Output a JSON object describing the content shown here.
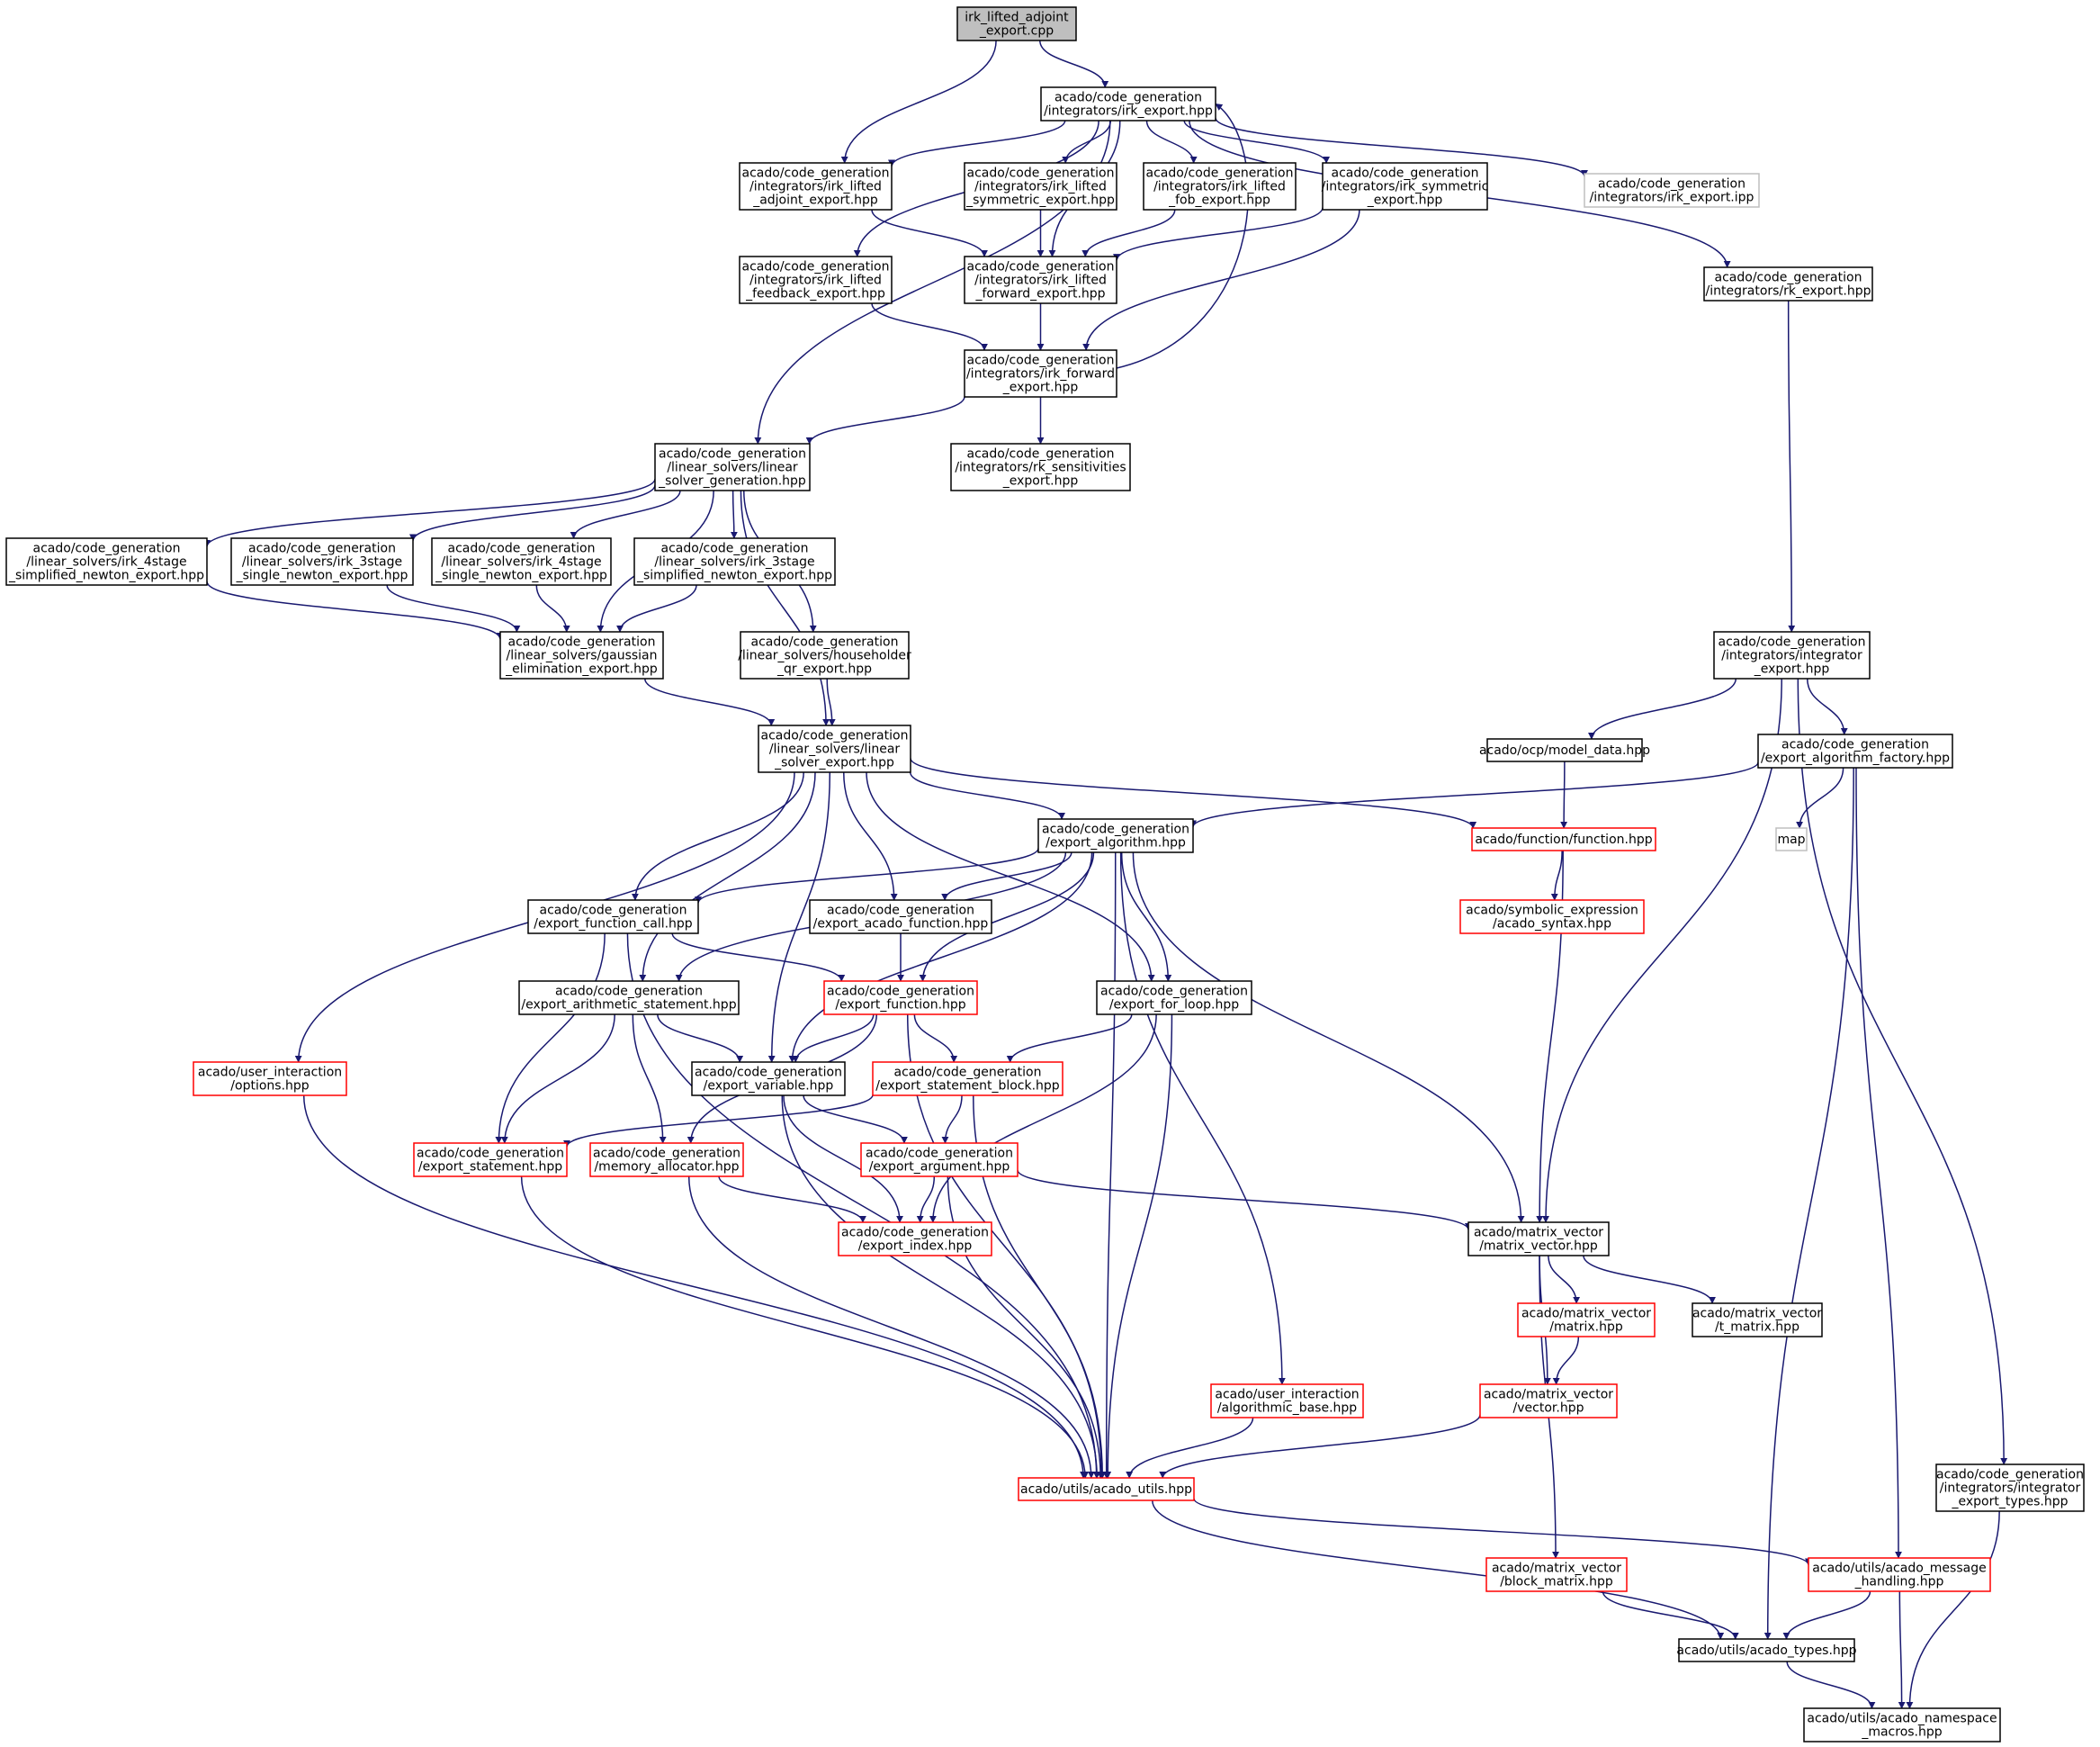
{
  "colors": {
    "edge": "#191970",
    "border_default": "#000000",
    "border_red": "#ff0000",
    "border_gray": "#bfbfbf",
    "root_fill": "#bfbfbf"
  },
  "nodes": [
    {
      "id": "root",
      "style": "root",
      "lines": [
        "irk_lifted_adjoint",
        "_export.cpp"
      ]
    },
    {
      "id": "irk_export",
      "style": "default",
      "lines": [
        "acado/code_generation",
        "/integrators/irk_export.hpp"
      ]
    },
    {
      "id": "irk_lifted_adjoint",
      "style": "default",
      "lines": [
        "acado/code_generation",
        "/integrators/irk_lifted",
        "_adjoint_export.hpp"
      ]
    },
    {
      "id": "irk_lifted_symmetric",
      "style": "default",
      "lines": [
        "acado/code_generation",
        "/integrators/irk_lifted",
        "_symmetric_export.hpp"
      ]
    },
    {
      "id": "irk_lifted_fob",
      "style": "default",
      "lines": [
        "acado/code_generation",
        "/integrators/irk_lifted",
        "_fob_export.hpp"
      ]
    },
    {
      "id": "irk_symmetric",
      "style": "default",
      "lines": [
        "acado/code_generation",
        "/integrators/irk_symmetric",
        "_export.hpp"
      ]
    },
    {
      "id": "irk_export_ipp",
      "style": "gray",
      "lines": [
        "acado/code_generation",
        "/integrators/irk_export.ipp"
      ]
    },
    {
      "id": "irk_lifted_feedback",
      "style": "default",
      "lines": [
        "acado/code_generation",
        "/integrators/irk_lifted",
        "_feedback_export.hpp"
      ]
    },
    {
      "id": "irk_lifted_forward",
      "style": "default",
      "lines": [
        "acado/code_generation",
        "/integrators/irk_lifted",
        "_forward_export.hpp"
      ]
    },
    {
      "id": "rk_export",
      "style": "default",
      "lines": [
        "acado/code_generation",
        "/integrators/rk_export.hpp"
      ]
    },
    {
      "id": "irk_forward",
      "style": "default",
      "lines": [
        "acado/code_generation",
        "/integrators/irk_forward",
        "_export.hpp"
      ]
    },
    {
      "id": "linear_solver_generation",
      "style": "default",
      "lines": [
        "acado/code_generation",
        "/linear_solvers/linear",
        "_solver_generation.hpp"
      ]
    },
    {
      "id": "rk_sensitivities",
      "style": "default",
      "lines": [
        "acado/code_generation",
        "/integrators/rk_sensitivities",
        "_export.hpp"
      ]
    },
    {
      "id": "irk_4stage_simplified",
      "style": "default",
      "lines": [
        "acado/code_generation",
        "/linear_solvers/irk_4stage",
        "_simplified_newton_export.hpp"
      ]
    },
    {
      "id": "irk_3stage_single",
      "style": "default",
      "lines": [
        "acado/code_generation",
        "/linear_solvers/irk_3stage",
        "_single_newton_export.hpp"
      ]
    },
    {
      "id": "irk_4stage_single",
      "style": "default",
      "lines": [
        "acado/code_generation",
        "/linear_solvers/irk_4stage",
        "_single_newton_export.hpp"
      ]
    },
    {
      "id": "irk_3stage_simplified",
      "style": "default",
      "lines": [
        "acado/code_generation",
        "/linear_solvers/irk_3stage",
        "_simplified_newton_export.hpp"
      ]
    },
    {
      "id": "gaussian_elimination",
      "style": "default",
      "lines": [
        "acado/code_generation",
        "/linear_solvers/gaussian",
        "_elimination_export.hpp"
      ]
    },
    {
      "id": "householder",
      "style": "default",
      "lines": [
        "acado/code_generation",
        "/linear_solvers/householder",
        "_qr_export.hpp"
      ]
    },
    {
      "id": "integrator_export",
      "style": "default",
      "lines": [
        "acado/code_generation",
        "/integrators/integrator",
        "_export.hpp"
      ]
    },
    {
      "id": "linear_solver_export",
      "style": "default",
      "lines": [
        "acado/code_generation",
        "/linear_solvers/linear",
        "_solver_export.hpp"
      ]
    },
    {
      "id": "model_data",
      "style": "default",
      "lines": [
        "acado/ocp/model_data.hpp"
      ]
    },
    {
      "id": "export_algorithm_factory",
      "style": "default",
      "lines": [
        "acado/code_generation",
        "/export_algorithm_factory.hpp"
      ]
    },
    {
      "id": "export_algorithm",
      "style": "default",
      "lines": [
        "acado/code_generation",
        "/export_algorithm.hpp"
      ]
    },
    {
      "id": "function",
      "style": "red",
      "lines": [
        "acado/function/function.hpp"
      ]
    },
    {
      "id": "map",
      "style": "gray",
      "lines": [
        "map"
      ]
    },
    {
      "id": "export_function_call",
      "style": "default",
      "lines": [
        "acado/code_generation",
        "/export_function_call.hpp"
      ]
    },
    {
      "id": "export_acado_function",
      "style": "default",
      "lines": [
        "acado/code_generation",
        "/export_acado_function.hpp"
      ]
    },
    {
      "id": "acado_syntax",
      "style": "red",
      "lines": [
        "acado/symbolic_expression",
        "/acado_syntax.hpp"
      ]
    },
    {
      "id": "export_arithmetic_statement",
      "style": "default",
      "lines": [
        "acado/code_generation",
        "/export_arithmetic_statement.hpp"
      ]
    },
    {
      "id": "export_function",
      "style": "red",
      "lines": [
        "acado/code_generation",
        "/export_function.hpp"
      ]
    },
    {
      "id": "export_for_loop",
      "style": "default",
      "lines": [
        "acado/code_generation",
        "/export_for_loop.hpp"
      ]
    },
    {
      "id": "options",
      "style": "red",
      "lines": [
        "acado/user_interaction",
        "/options.hpp"
      ]
    },
    {
      "id": "export_variable",
      "style": "default",
      "lines": [
        "acado/code_generation",
        "/export_variable.hpp"
      ]
    },
    {
      "id": "export_statement_block",
      "style": "red",
      "lines": [
        "acado/code_generation",
        "/export_statement_block.hpp"
      ]
    },
    {
      "id": "export_statement",
      "style": "red",
      "lines": [
        "acado/code_generation",
        "/export_statement.hpp"
      ]
    },
    {
      "id": "memory_allocator",
      "style": "red",
      "lines": [
        "acado/code_generation",
        "/memory_allocator.hpp"
      ]
    },
    {
      "id": "export_argument",
      "style": "red",
      "lines": [
        "acado/code_generation",
        "/export_argument.hpp"
      ]
    },
    {
      "id": "export_index",
      "style": "red",
      "lines": [
        "acado/code_generation",
        "/export_index.hpp"
      ]
    },
    {
      "id": "matrix_vector",
      "style": "default",
      "lines": [
        "acado/matrix_vector",
        "/matrix_vector.hpp"
      ]
    },
    {
      "id": "matrix",
      "style": "red",
      "lines": [
        "acado/matrix_vector",
        "/matrix.hpp"
      ]
    },
    {
      "id": "t_matrix",
      "style": "default",
      "lines": [
        "acado/matrix_vector",
        "/t_matrix.hpp"
      ]
    },
    {
      "id": "algorithmic_base",
      "style": "red",
      "lines": [
        "acado/user_interaction",
        "/algorithmic_base.hpp"
      ]
    },
    {
      "id": "vector",
      "style": "red",
      "lines": [
        "acado/matrix_vector",
        "/vector.hpp"
      ]
    },
    {
      "id": "acado_utils",
      "style": "red",
      "lines": [
        "acado/utils/acado_utils.hpp"
      ]
    },
    {
      "id": "integrator_export_types",
      "style": "default",
      "lines": [
        "acado/code_generation",
        "/integrators/integrator",
        "_export_types.hpp"
      ]
    },
    {
      "id": "block_matrix",
      "style": "red",
      "lines": [
        "acado/matrix_vector",
        "/block_matrix.hpp"
      ]
    },
    {
      "id": "acado_message_handling",
      "style": "red",
      "lines": [
        "acado/utils/acado_message",
        "_handling.hpp"
      ]
    },
    {
      "id": "acado_types",
      "style": "default",
      "lines": [
        "acado/utils/acado_types.hpp"
      ]
    },
    {
      "id": "acado_namespace_macros",
      "style": "default",
      "lines": [
        "acado/utils/acado_namespace",
        "_macros.hpp"
      ]
    }
  ],
  "edges": [
    [
      "root",
      "irk_lifted_adjoint"
    ],
    [
      "root",
      "irk_export"
    ],
    [
      "irk_export",
      "irk_lifted_adjoint"
    ],
    [
      "irk_export",
      "irk_lifted_symmetric"
    ],
    [
      "irk_export",
      "irk_lifted_fob"
    ],
    [
      "irk_export",
      "irk_symmetric"
    ],
    [
      "irk_export",
      "irk_export_ipp"
    ],
    [
      "irk_export",
      "irk_lifted_feedback"
    ],
    [
      "irk_export",
      "irk_lifted_forward"
    ],
    [
      "irk_export",
      "rk_export"
    ],
    [
      "irk_export",
      "linear_solver_generation"
    ],
    [
      "irk_lifted_adjoint",
      "irk_lifted_forward"
    ],
    [
      "irk_lifted_symmetric",
      "irk_lifted_forward"
    ],
    [
      "irk_lifted_fob",
      "irk_lifted_forward"
    ],
    [
      "irk_symmetric",
      "irk_lifted_forward"
    ],
    [
      "irk_symmetric",
      "irk_forward"
    ],
    [
      "irk_lifted_feedback",
      "irk_forward"
    ],
    [
      "irk_lifted_forward",
      "irk_forward"
    ],
    [
      "irk_forward",
      "irk_export"
    ],
    [
      "irk_forward",
      "linear_solver_generation"
    ],
    [
      "irk_forward",
      "rk_sensitivities"
    ],
    [
      "rk_export",
      "integrator_export"
    ],
    [
      "linear_solver_generation",
      "irk_4stage_simplified"
    ],
    [
      "linear_solver_generation",
      "irk_3stage_single"
    ],
    [
      "linear_solver_generation",
      "irk_4stage_single"
    ],
    [
      "linear_solver_generation",
      "irk_3stage_simplified"
    ],
    [
      "linear_solver_generation",
      "gaussian_elimination"
    ],
    [
      "linear_solver_generation",
      "householder"
    ],
    [
      "linear_solver_generation",
      "linear_solver_export"
    ],
    [
      "irk_4stage_simplified",
      "gaussian_elimination"
    ],
    [
      "irk_3stage_single",
      "gaussian_elimination"
    ],
    [
      "irk_4stage_single",
      "gaussian_elimination"
    ],
    [
      "irk_3stage_simplified",
      "gaussian_elimination"
    ],
    [
      "gaussian_elimination",
      "linear_solver_export"
    ],
    [
      "householder",
      "linear_solver_export"
    ],
    [
      "integrator_export",
      "model_data"
    ],
    [
      "integrator_export",
      "export_algorithm_factory"
    ],
    [
      "integrator_export",
      "matrix_vector"
    ],
    [
      "integrator_export",
      "integrator_export_types"
    ],
    [
      "model_data",
      "function"
    ],
    [
      "export_algorithm_factory",
      "export_algorithm"
    ],
    [
      "export_algorithm_factory",
      "map"
    ],
    [
      "export_algorithm_factory",
      "acado_types"
    ],
    [
      "export_algorithm_factory",
      "acado_message_handling"
    ],
    [
      "linear_solver_export",
      "export_algorithm"
    ],
    [
      "linear_solver_export",
      "function"
    ],
    [
      "linear_solver_export",
      "export_function_call"
    ],
    [
      "linear_solver_export",
      "export_acado_function"
    ],
    [
      "linear_solver_export",
      "export_arithmetic_statement"
    ],
    [
      "linear_solver_export",
      "export_for_loop"
    ],
    [
      "linear_solver_export",
      "options"
    ],
    [
      "linear_solver_export",
      "export_variable"
    ],
    [
      "export_algorithm",
      "export_function_call"
    ],
    [
      "export_algorithm",
      "export_acado_function"
    ],
    [
      "export_algorithm",
      "export_arithmetic_statement"
    ],
    [
      "export_algorithm",
      "export_function"
    ],
    [
      "export_algorithm",
      "export_for_loop"
    ],
    [
      "export_algorithm",
      "export_variable"
    ],
    [
      "export_algorithm",
      "algorithmic_base"
    ],
    [
      "export_algorithm",
      "acado_utils"
    ],
    [
      "export_algorithm",
      "matrix_vector"
    ],
    [
      "function",
      "acado_syntax"
    ],
    [
      "function",
      "matrix_vector"
    ],
    [
      "export_function_call",
      "export_function"
    ],
    [
      "export_function_call",
      "export_statement"
    ],
    [
      "export_function_call",
      "acado_utils"
    ],
    [
      "export_acado_function",
      "export_function"
    ],
    [
      "export_arithmetic_statement",
      "export_variable"
    ],
    [
      "export_arithmetic_statement",
      "export_statement"
    ],
    [
      "export_arithmetic_statement",
      "memory_allocator"
    ],
    [
      "export_function",
      "export_variable"
    ],
    [
      "export_function",
      "export_statement_block"
    ],
    [
      "export_function",
      "memory_allocator"
    ],
    [
      "export_function",
      "acado_utils"
    ],
    [
      "export_for_loop",
      "export_statement_block"
    ],
    [
      "export_for_loop",
      "export_index"
    ],
    [
      "export_for_loop",
      "acado_utils"
    ],
    [
      "options",
      "acado_utils"
    ],
    [
      "export_variable",
      "export_argument"
    ],
    [
      "export_variable",
      "export_index"
    ],
    [
      "export_variable",
      "acado_utils"
    ],
    [
      "export_statement_block",
      "export_statement"
    ],
    [
      "export_statement_block",
      "export_argument"
    ],
    [
      "export_statement_block",
      "acado_utils"
    ],
    [
      "export_statement",
      "acado_utils"
    ],
    [
      "memory_allocator",
      "export_index"
    ],
    [
      "memory_allocator",
      "acado_utils"
    ],
    [
      "export_argument",
      "export_index"
    ],
    [
      "export_argument",
      "matrix_vector"
    ],
    [
      "export_argument",
      "acado_utils"
    ],
    [
      "matrix_vector",
      "matrix"
    ],
    [
      "matrix_vector",
      "t_matrix"
    ],
    [
      "matrix_vector",
      "vector"
    ],
    [
      "matrix_vector",
      "block_matrix"
    ],
    [
      "matrix",
      "vector"
    ],
    [
      "algorithmic_base",
      "acado_utils"
    ],
    [
      "vector",
      "acado_utils"
    ],
    [
      "acado_utils",
      "acado_message_handling"
    ],
    [
      "acado_utils",
      "acado_types"
    ],
    [
      "integrator_export_types",
      "acado_namespace_macros"
    ],
    [
      "block_matrix",
      "acado_types"
    ],
    [
      "acado_message_handling",
      "acado_types"
    ],
    [
      "acado_message_handling",
      "acado_namespace_macros"
    ],
    [
      "acado_types",
      "acado_namespace_macros"
    ]
  ]
}
